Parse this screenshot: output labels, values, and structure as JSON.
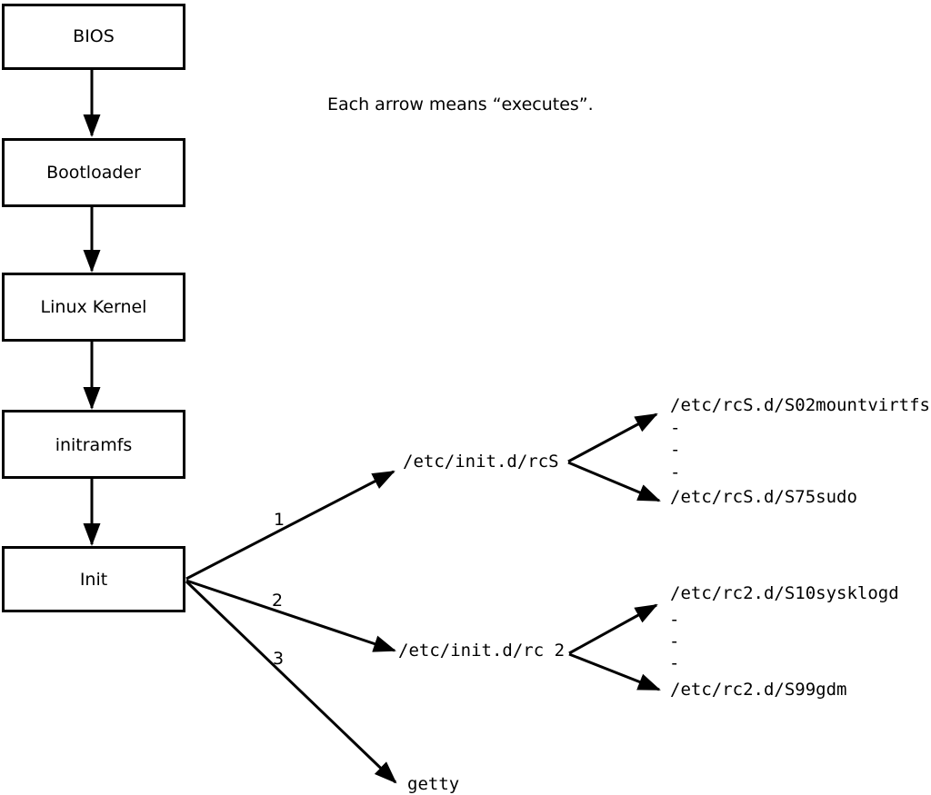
{
  "note": "Each arrow means “executes”.",
  "boxes": {
    "bios": "BIOS",
    "bootloader": "Bootloader",
    "kernel": "Linux Kernel",
    "initramfs": "initramfs",
    "init": "Init"
  },
  "edge_labels": {
    "rcs": "1",
    "rc2": "2",
    "getty": "3"
  },
  "scripts": {
    "rcs": "/etc/init.d/rcS",
    "rc2": "/etc/init.d/rc 2",
    "getty": "getty"
  },
  "rcs_children": {
    "first": "/etc/rcS.d/S02mountvirtfs",
    "ellipsis1": "-",
    "ellipsis2": "-",
    "ellipsis3": "-",
    "last": "/etc/rcS.d/S75sudo"
  },
  "rc2_children": {
    "first": "/etc/rc2.d/S10sysklogd",
    "ellipsis1": "-",
    "ellipsis2": "-",
    "ellipsis3": "-",
    "last": "/etc/rc2.d/S99gdm"
  },
  "colors": {
    "line": "#000000",
    "background": "#ffffff",
    "box_fill": "#ffffff"
  }
}
